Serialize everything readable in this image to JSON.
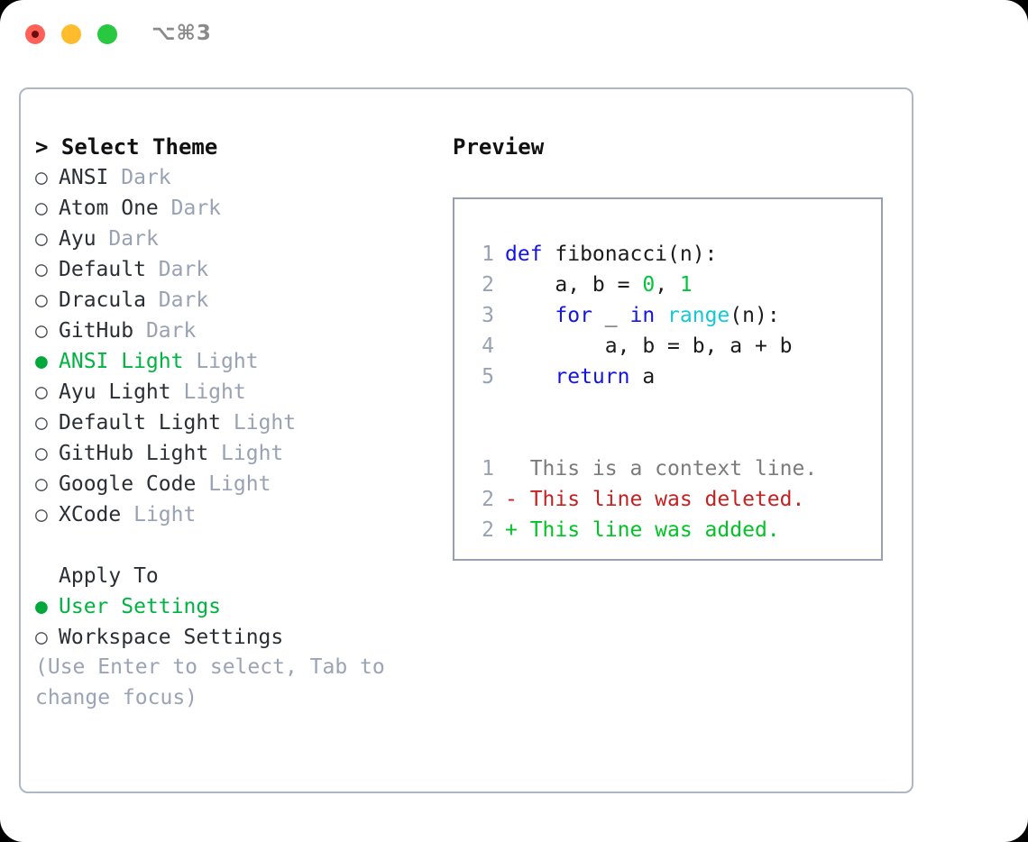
{
  "titlebar": {
    "title": "⌥⌘3",
    "buttons": [
      {
        "name": "close",
        "color": "#ff6159"
      },
      {
        "name": "minimize",
        "color": "#ffbd2e"
      },
      {
        "name": "maximize",
        "color": "#28c840"
      }
    ]
  },
  "theme_panel": {
    "header_prefix": "> ",
    "header": "Select Theme",
    "bullet_unselected": "○",
    "bullet_selected": "●",
    "items": [
      {
        "name": "ANSI",
        "kind": "Dark",
        "selected": false
      },
      {
        "name": "Atom One",
        "kind": "Dark",
        "selected": false
      },
      {
        "name": "Ayu",
        "kind": "Dark",
        "selected": false
      },
      {
        "name": "Default",
        "kind": "Dark",
        "selected": false
      },
      {
        "name": "Dracula",
        "kind": "Dark",
        "selected": false
      },
      {
        "name": "GitHub",
        "kind": "Dark",
        "selected": false
      },
      {
        "name": "ANSI Light",
        "kind": "Light",
        "selected": true
      },
      {
        "name": "Ayu Light",
        "kind": "Light",
        "selected": false
      },
      {
        "name": "Default Light",
        "kind": "Light",
        "selected": false
      },
      {
        "name": "GitHub Light",
        "kind": "Light",
        "selected": false
      },
      {
        "name": "Google Code",
        "kind": "Light",
        "selected": false
      },
      {
        "name": "XCode",
        "kind": "Light",
        "selected": false
      }
    ]
  },
  "apply_to": {
    "header": "Apply To",
    "options": [
      {
        "label": "User Settings",
        "selected": true
      },
      {
        "label": "Workspace Settings",
        "selected": false
      }
    ]
  },
  "hint": {
    "line1": "(Use Enter to select, Tab to",
    "line2": "change focus)"
  },
  "preview": {
    "header": "Preview",
    "code": {
      "line1_no": "1",
      "line1_kw": "def",
      "line1_rest": " fibonacci(n):",
      "line2_no": "2",
      "line2_pre": "    a, b = ",
      "line2_n1": "0",
      "line2_mid": ", ",
      "line2_n2": "1",
      "line3_no": "3",
      "line3_pre": "    ",
      "line3_kw1": "for",
      "line3_mid1": " _ ",
      "line3_kw2": "in",
      "line3_mid2": " ",
      "line3_fn": "range",
      "line3_rest": "(n):",
      "line4_no": "4",
      "line4_text": "        a, b = b, a + b",
      "line5_no": "5",
      "line5_pre": "    ",
      "line5_kw": "return",
      "line5_rest": " a"
    },
    "diff": {
      "ctx_no": "1",
      "ctx_text": "  This is a context line.",
      "del_no": "2",
      "del_text": "- This line was deleted.",
      "add_no": "2",
      "add_text": "+ This line was added."
    }
  },
  "colors": {
    "accent_green": "#00b441",
    "muted": "#98a2b3",
    "border": "#aeb7c4",
    "keyword_blue": "#1414e6",
    "number_green": "#00c43a",
    "function_cyan": "#12c9d4",
    "diff_delete_red": "#c62020",
    "diff_add_green": "#00c425"
  }
}
